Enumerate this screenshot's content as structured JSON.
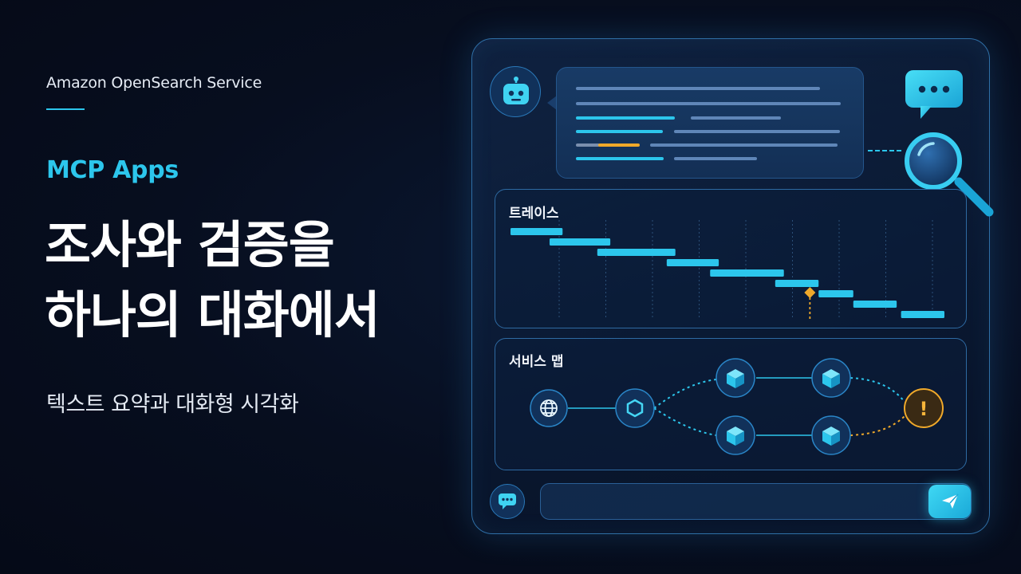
{
  "brand": {
    "product": "Amazon OpenSearch Service"
  },
  "hero": {
    "tag": "MCP Apps",
    "headline": [
      "조사와 검증을",
      "하나의 대화에서"
    ],
    "subline": "텍스트 요약과 대화형 시각화"
  },
  "chat": {
    "assistant_avatar_icon": "robot-icon",
    "comment_icon": "chat-bubble-icon",
    "search_icon": "magnifier-icon"
  },
  "trace": {
    "title": "트레이스",
    "spans": [
      {
        "start": 0,
        "end": 12
      },
      {
        "start": 9,
        "end": 23
      },
      {
        "start": 20,
        "end": 38
      },
      {
        "start": 36,
        "end": 48
      },
      {
        "start": 46,
        "end": 63
      },
      {
        "start": 61,
        "end": 71
      },
      {
        "start": 71,
        "end": 79
      },
      {
        "start": 79,
        "end": 89
      },
      {
        "start": 90,
        "end": 100
      }
    ],
    "anomaly_at": 69,
    "colors": {
      "bar": "#2cc6ec",
      "alert": "#f0a92a",
      "grid": "#2b4f78"
    }
  },
  "service_map": {
    "title": "서비스 맵",
    "nodes": [
      {
        "id": "client",
        "icon": "globe-icon"
      },
      {
        "id": "gateway",
        "icon": "hexagon-icon"
      },
      {
        "id": "service-a",
        "icon": "cube-icon"
      },
      {
        "id": "service-b",
        "icon": "cube-icon"
      },
      {
        "id": "service-c",
        "icon": "cube-icon"
      },
      {
        "id": "service-d",
        "icon": "cube-icon"
      },
      {
        "id": "alert",
        "icon": "warning-icon"
      }
    ],
    "alert_glyph": "!"
  },
  "composer": {
    "value": "",
    "placeholder": "",
    "send_icon": "send-icon",
    "chat_icon": "chat-dots-icon"
  },
  "colors": {
    "accent": "#2cc6ec",
    "warning": "#f0a92a",
    "background": "#070e1f"
  }
}
